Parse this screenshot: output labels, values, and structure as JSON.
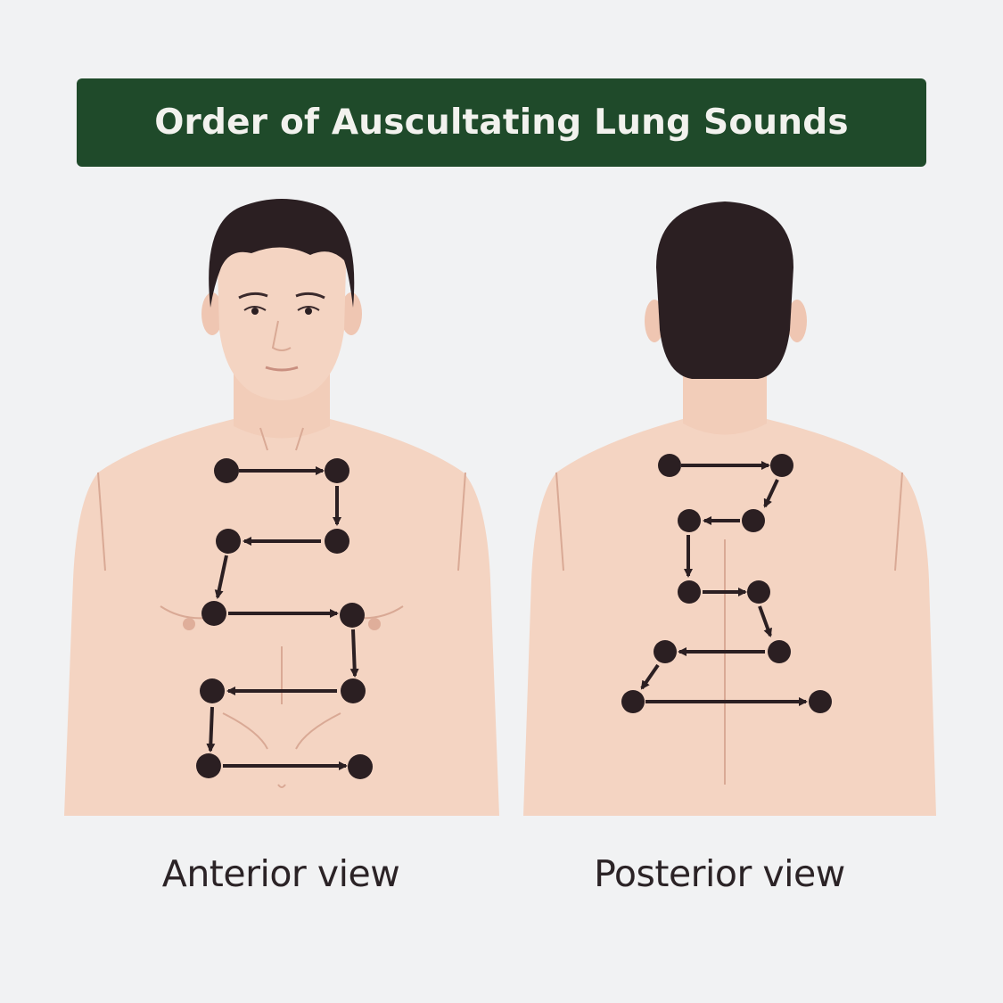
{
  "title": "Order of Auscultating Lung Sounds",
  "colors": {
    "banner": "#1f4a2a",
    "banner_text": "#f2f2ee",
    "background": "#f1f2f3",
    "skin": "#f4d4c2",
    "skin_line": "#d9a995",
    "hair": "#2b1f22",
    "marker": "#2b1f22"
  },
  "views": [
    {
      "label": "Anterior view"
    },
    {
      "label": "Posterior view"
    }
  ]
}
